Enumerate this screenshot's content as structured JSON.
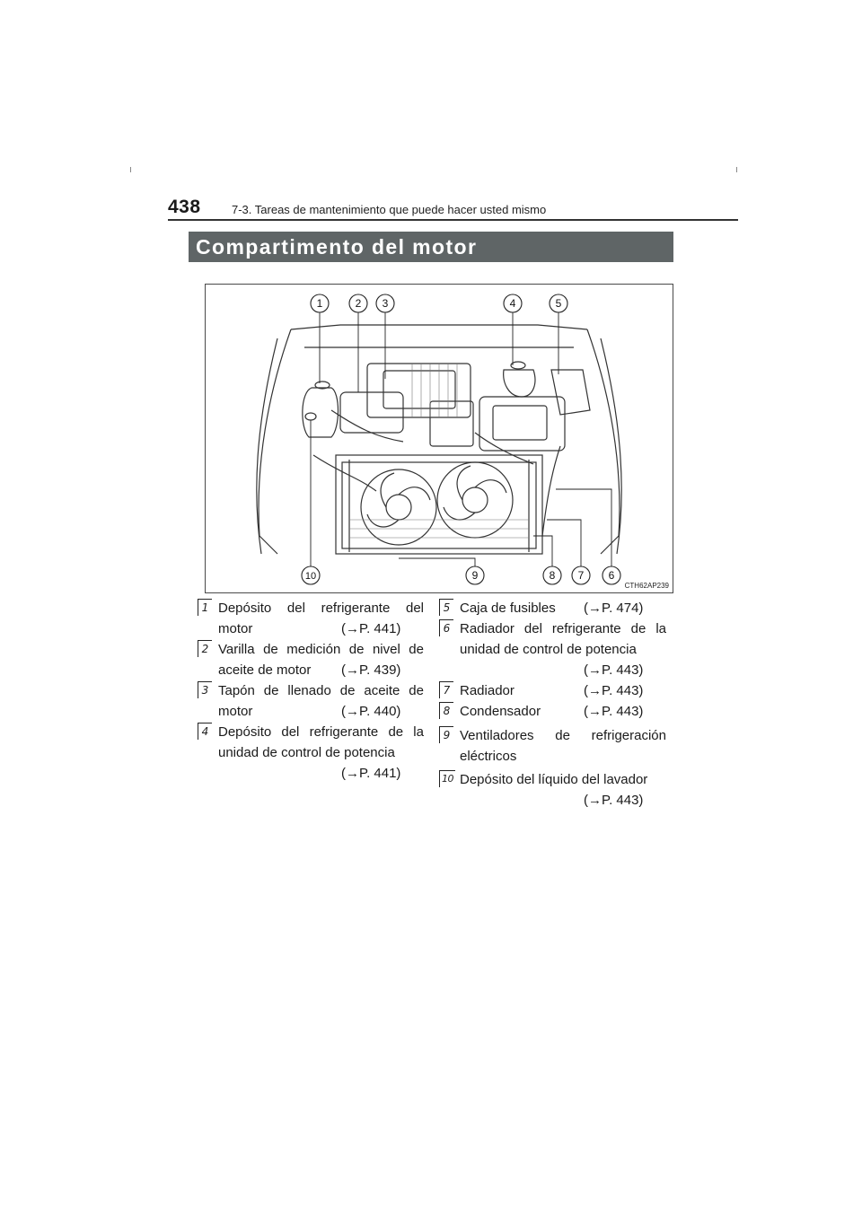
{
  "header": {
    "page_number": "438",
    "section_path": "7-3. Tareas de mantenimiento que puede hacer usted mismo"
  },
  "section_title": "Compartimento del motor",
  "figure": {
    "code": "CTH62AP239",
    "callouts": [
      "1",
      "2",
      "3",
      "4",
      "5",
      "6",
      "7",
      "8",
      "9",
      "10"
    ]
  },
  "legend": [
    {
      "num": "1",
      "lines": [
        "Depósito del refrigerante del",
        "motor"
      ],
      "ref": "(→P. 441)"
    },
    {
      "num": "2",
      "lines": [
        "Varilla de medición de nivel de",
        "aceite de motor"
      ],
      "ref": "(→P. 439)"
    },
    {
      "num": "3",
      "lines": [
        "Tapón de llenado de aceite de",
        "motor"
      ],
      "ref": "(→P. 440)"
    },
    {
      "num": "4",
      "lines": [
        "Depósito del refrigerante de la",
        "unidad de control de potencia"
      ],
      "ref": "(→P. 441)"
    },
    {
      "num": "5",
      "lines": [
        "Caja de fusibles"
      ],
      "ref": "(→P. 474)"
    },
    {
      "num": "6",
      "lines": [
        "Radiador del refrigerante de la",
        "unidad de control de potencia"
      ],
      "ref": "(→P. 443)"
    },
    {
      "num": "7",
      "lines": [
        "Radiador"
      ],
      "ref": "(→P. 443)"
    },
    {
      "num": "8",
      "lines": [
        "Condensador"
      ],
      "ref": "(→P. 443)"
    },
    {
      "num": "9",
      "lines": [
        "Ventiladores de refrigeración",
        "eléctricos"
      ],
      "ref": ""
    },
    {
      "num": "10",
      "lines": [
        "Depósito del líquido del lavador"
      ],
      "ref": "(→P. 443)"
    }
  ]
}
